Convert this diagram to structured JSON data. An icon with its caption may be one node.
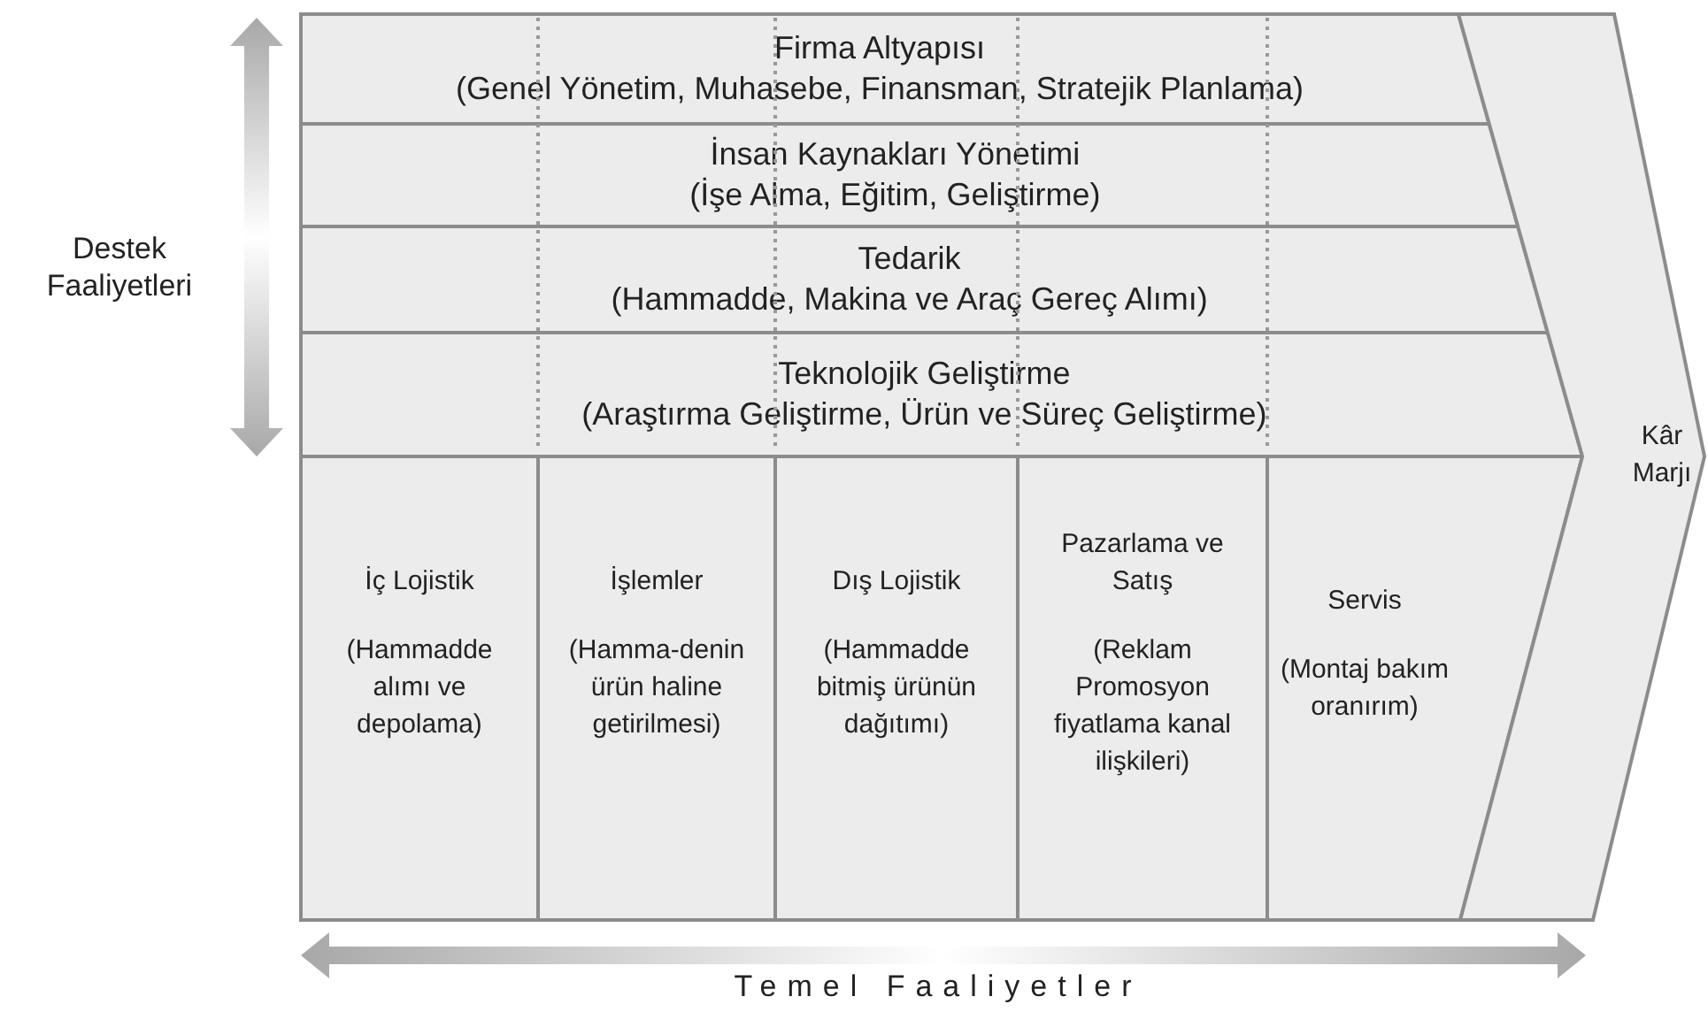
{
  "diagram": {
    "nodes": [
      {
        "text": [
          "Firma Altyapısı",
          "(Genel Yönetim, Muhasebe, Finansman, Stratejik Planlama)"
        ]
      },
      {
        "text": [
          "İnsan Kaynakları Yönetimi",
          "(İşe Alma, Eğitim, Geliştirme)"
        ]
      },
      {
        "text": [
          "Tedarik",
          "(Hammadde, Makina ve Araç Gereç Alımı)"
        ]
      },
      {
        "text": [
          "Teknolojik Geliştirme",
          "(Araştırma Geliştirme, Ürün ve Süreç Geliştirme)"
        ]
      },
      {
        "text": [
          "İç Lojistik",
          "(Hammadde alımı ve depolama)"
        ]
      },
      {
        "text": [
          "İşlemler",
          "(Hamma-denin ürün haline getirilmesi)"
        ]
      },
      {
        "text": [
          "Dış Lojistik",
          "(Hammadde bitmiş ürünün dağıtımı)"
        ]
      },
      {
        "text": [
          "Pazarlama ve Satış",
          "(Reklam Promosyon fiyatlama kanal ilişkileri)"
        ]
      },
      {
        "text": [
          "Servis",
          "(Montaj bakım oranırım)"
        ]
      },
      {
        "text": [
          "Kâr Marjı"
        ]
      }
    ],
    "labels": [
      "Destek Faaliyetleri",
      "Temel Faaliyetler"
    ]
  }
}
